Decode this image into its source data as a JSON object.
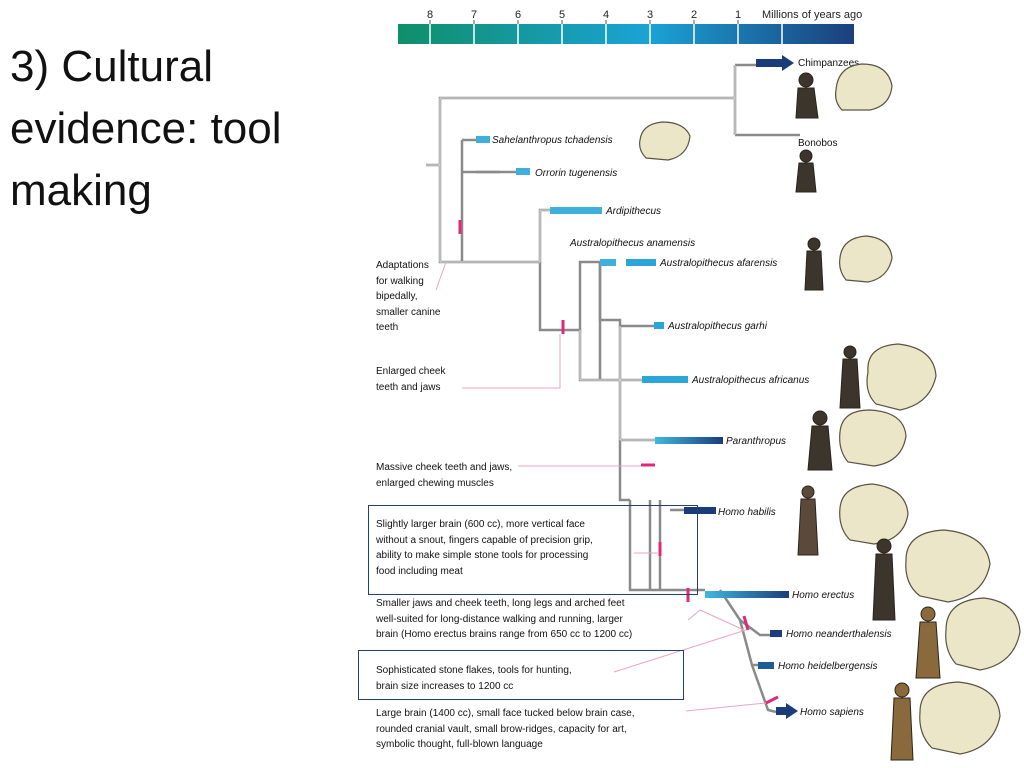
{
  "title_lines": [
    "3) Cultural",
    "evidence: tool",
    "making"
  ],
  "timeline": {
    "ticks": [
      "8",
      "7",
      "6",
      "5",
      "4",
      "3",
      "2",
      "1"
    ],
    "label": "Millions of years ago"
  },
  "species": {
    "chimpanzees": "Chimpanzees",
    "bonobos": "Bonobos",
    "sahelanthropus": "Sahelanthropus tchadensis",
    "orrorin": "Orrorin tugenensis",
    "ardipithecus": "Ardipithecus",
    "anamensis": "Australopithecus anamensis",
    "afarensis": "Australopithecus afarensis",
    "garhi": "Australopithecus garhi",
    "africanus": "Australopithecus africanus",
    "paranthropus": "Paranthropus",
    "habilis": "Homo habilis",
    "erectus": "Homo erectus",
    "neanderthalensis": "Homo neanderthalensis",
    "heidelbergensis": "Homo heidelbergensis",
    "sapiens": "Homo sapiens"
  },
  "notes": {
    "bipedal": [
      "Adaptations",
      "for walking",
      "bipedally,",
      "smaller canine",
      "teeth"
    ],
    "cheek": [
      "Enlarged cheek",
      "teeth and jaws"
    ],
    "massive": [
      "Massive cheek teeth and jaws,",
      "enlarged chewing muscles"
    ],
    "habilis": [
      "Slightly larger brain (600 cc), more vertical face",
      "without a snout, fingers capable of precision grip,",
      "ability to make simple stone tools for processing",
      "food including meat"
    ],
    "erectus": [
      "Smaller jaws and cheek teeth, long legs and arched feet",
      "well-suited for long-distance walking and running, larger",
      "brain (Homo erectus brains range from 650 cc to 1200 cc)"
    ],
    "flakes": [
      "Sophisticated stone flakes, tools for hunting,",
      "brain size increases to 1200 cc"
    ],
    "sapiens": [
      "Large brain (1400 cc), small face tucked below brain case,",
      "rounded cranial vault, small brow-ridges, capacity for art,",
      "symbolic thought, full-blown language"
    ]
  },
  "colors": {
    "timeline_start": "#0f8f6a",
    "timeline_end": "#1b3f7c",
    "branch": "#8a8a8a",
    "marker": "#e0287a",
    "box": "#23406e",
    "bar_light": "#3fb0dc",
    "bar_dark": "#1a3d7a"
  }
}
